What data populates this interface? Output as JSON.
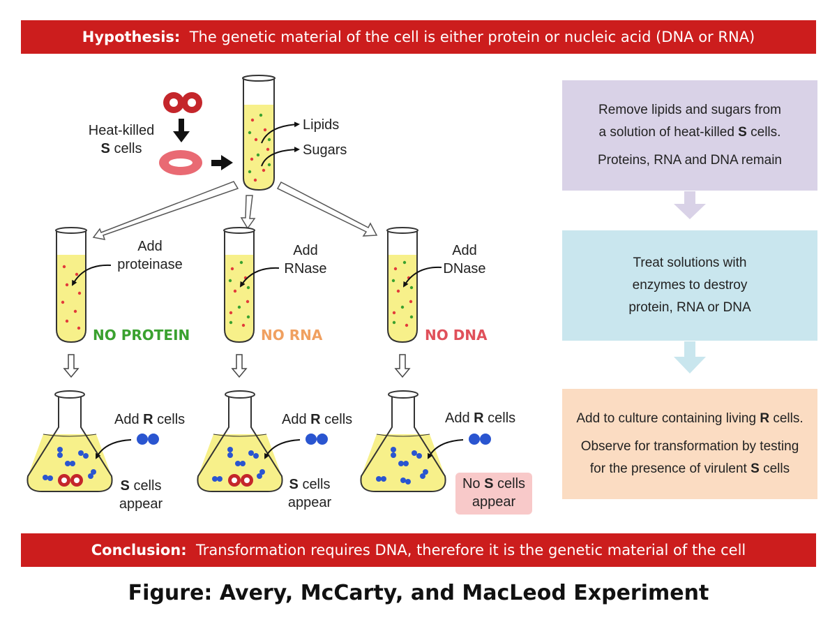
{
  "hypothesis": {
    "label": "Hypothesis:",
    "text": "The genetic material of the cell is either protein or nucleic acid (DNA or RNA)"
  },
  "conclusion": {
    "label": "Conclusion:",
    "text": "Transformation requires DNA, therefore it is the genetic material of the cell"
  },
  "caption": "Figure: Avery, McCarty, and MacLeod Experiment",
  "top": {
    "heat_killed": "Heat-killed",
    "s_cells": "cells",
    "s_letter": "S",
    "lipids": "Lipids",
    "sugars": "Sugars"
  },
  "tubes": [
    {
      "add": "Add",
      "enzyme": "proteinase",
      "result": "NO PROTEIN",
      "color": "#3aa12f"
    },
    {
      "add": "Add",
      "enzyme": "RNase",
      "result": "NO RNA",
      "color": "#f0a060"
    },
    {
      "add": "Add",
      "enzyme": "DNase",
      "result": "NO DNA",
      "color": "#e0505a"
    }
  ],
  "flasks": [
    {
      "add_pre": "Add",
      "add_letter": "R",
      "add_post": "cells",
      "res_letter": "S",
      "res_line1": "cells",
      "res_line2": "appear"
    },
    {
      "add_pre": "Add",
      "add_letter": "R",
      "add_post": "cells",
      "res_letter": "S",
      "res_line1": "cells",
      "res_line2": "appear"
    },
    {
      "add_pre": "Add",
      "add_letter": "R",
      "add_post": "cells",
      "res_pre": "No",
      "res_letter": "S",
      "res_line1": "cells",
      "res_line2": "appear"
    }
  ],
  "steps": {
    "box1": {
      "l1": "Remove lipids and sugars from",
      "l2a": "a solution of heat-killed",
      "l2b": "S",
      "l2c": "cells.",
      "l3": "Proteins, RNA and DNA remain"
    },
    "box2": {
      "l1": "Treat solutions with",
      "l2": "enzymes to destroy",
      "l3": "protein, RNA or DNA"
    },
    "box3": {
      "l1a": "Add to culture containing living",
      "l1b": "R",
      "l1c": "cells.",
      "l2": "Observe for transformation by testing",
      "l3a": "for the presence of virulent",
      "l3b": "S",
      "l3c": "cells"
    }
  },
  "colors": {
    "banner": "#cc1d1d",
    "box1": "#d9d2e7",
    "box2": "#c9e6ee",
    "box3": "#fbdcc2",
    "liquid": "#f7f08a",
    "r_cell": "#2a55d0",
    "s_cell": "#c4262b",
    "no_s_box": "#f8c9c9"
  }
}
